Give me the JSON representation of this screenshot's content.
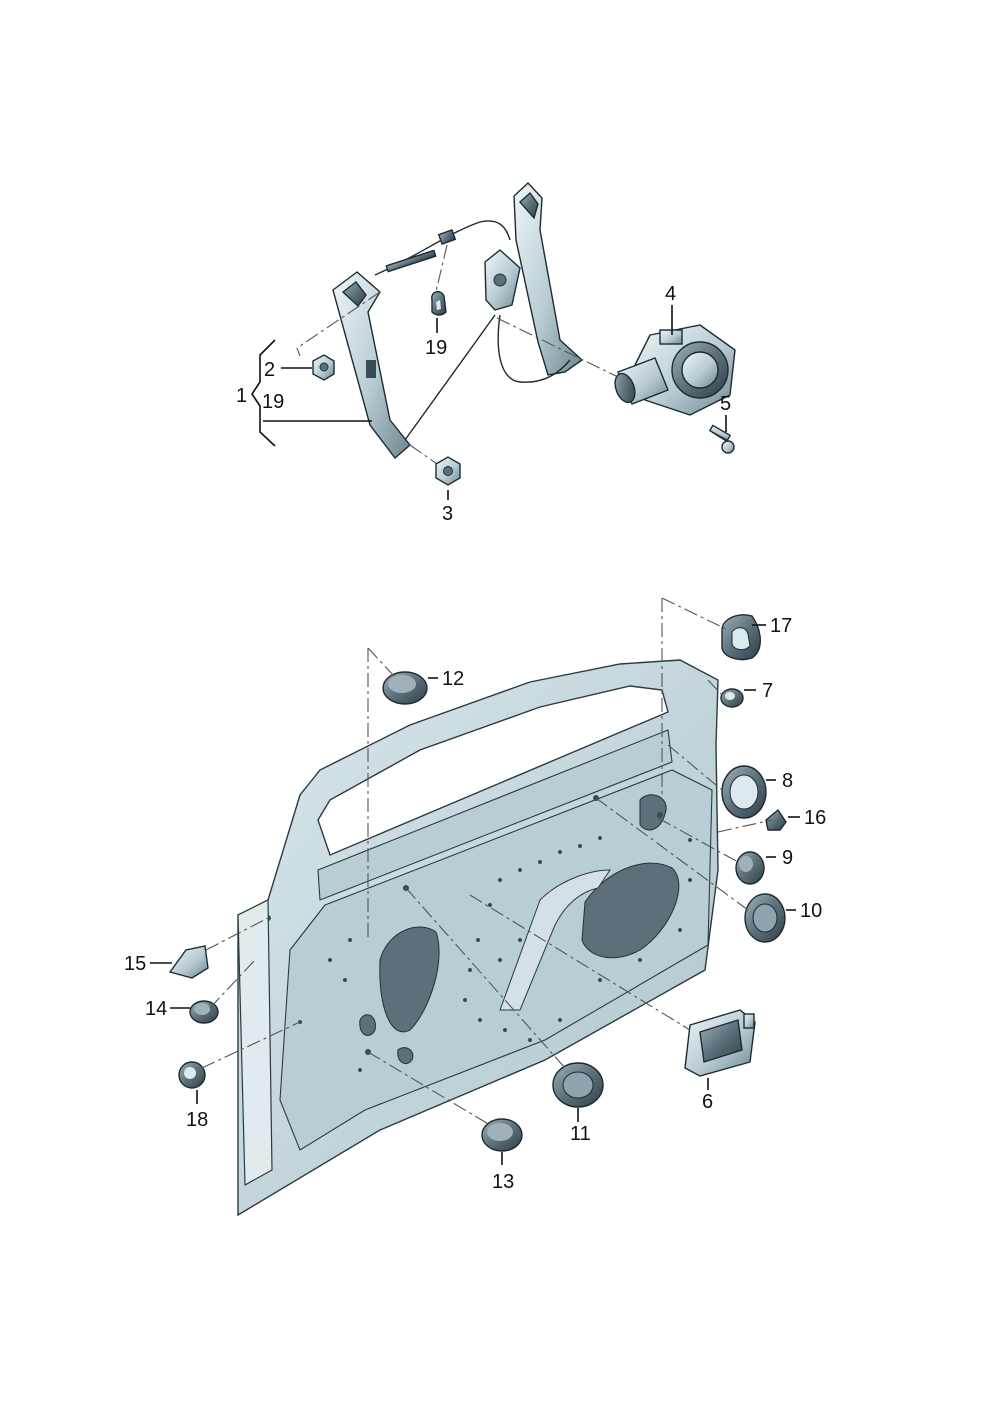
{
  "labels": {
    "l1": "1",
    "l19a": "19",
    "l2": "2",
    "l3": "3",
    "l4": "4",
    "l5": "5",
    "l19b": "19",
    "l6": "6",
    "l7": "7",
    "l8": "8",
    "l9": "9",
    "l10": "10",
    "l11": "11",
    "l12": "12",
    "l13": "13",
    "l14": "14",
    "l15": "15",
    "l16": "16",
    "l17": "17",
    "l18": "18"
  },
  "colors": {
    "part_light": "#dbe8ec",
    "part_mid": "#a9c0c8",
    "part_dark": "#4c5e68",
    "outline": "#1e2a33"
  }
}
